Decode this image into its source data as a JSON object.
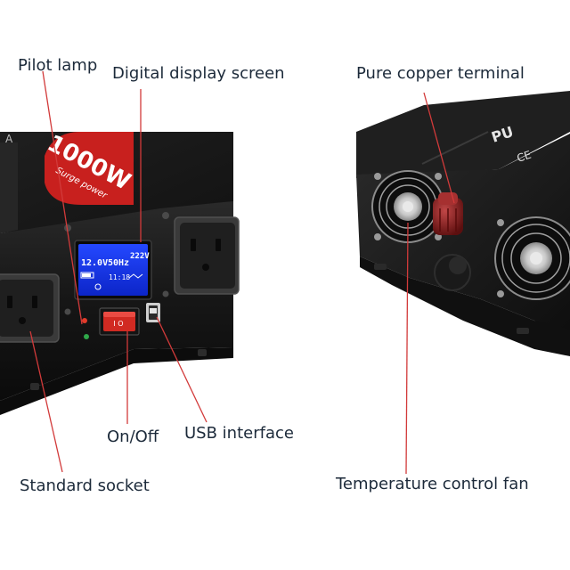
{
  "labels": {
    "pilot_lamp": "Pilot lamp",
    "digital_display": "Digital display screen",
    "pure_copper_terminal": "Pure copper terminal",
    "on_off": "On/Off",
    "usb_interface": "USB interface",
    "standard_socket": "Standard socket",
    "temperature_control_fan": "Temperature control fan"
  },
  "product": {
    "power_badge": "1000W",
    "power_badge_sub": "Surge power",
    "edge_mark": "A",
    "rear_brand_fragment": "PU",
    "ce_mark": "CE"
  },
  "display": {
    "battery_voltage": "12.0V",
    "frequency": "50Hz",
    "output_voltage": "222V",
    "time": "11:18"
  },
  "colors": {
    "label_text": "#1c2a3a",
    "leader_line": "#d23a3a",
    "badge_red": "#c8201e",
    "body_black": "#161616",
    "display_blue": "#1a3cff",
    "terminal_red": "#8e1c1c"
  }
}
